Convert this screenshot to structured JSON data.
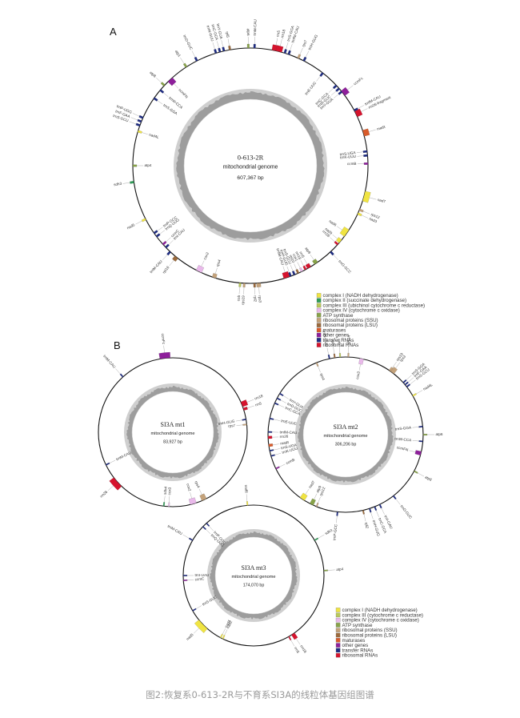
{
  "colors": {
    "complex_I": "#f0e442",
    "complex_II": "#2e9e57",
    "complex_III": "#b9c95a",
    "complex_IV": "#e9b9ea",
    "atp": "#88a348",
    "ssu": "#c4a27a",
    "lsu": "#9b6a3c",
    "maturase": "#d95b2a",
    "other": "#8e1f9b",
    "trna": "#1d2b83",
    "rrna": "#d6132d",
    "gc_dark": "#9d9d9d",
    "gc_light": "#cfcfcf"
  },
  "panel_a": {
    "label": "A",
    "name": "0-613-2R",
    "subtitle": "mitochondrial genome",
    "size": "607,367 bp",
    "genes": [
      {
        "name": "rrn5",
        "angle": 12,
        "len": 3,
        "cat": "rrna",
        "side": "out"
      },
      {
        "name": "rrn18",
        "angle": 14,
        "len": 3,
        "cat": "rrna",
        "side": "out"
      },
      {
        "name": "trnS-GGA",
        "angle": 17,
        "len": 1,
        "cat": "trna",
        "side": "out"
      },
      {
        "name": "trnfM-CAU",
        "angle": 19,
        "len": 1,
        "cat": "trna",
        "side": "out"
      },
      {
        "name": "rps7",
        "angle": 24,
        "len": 1,
        "cat": "ssu",
        "side": "out"
      },
      {
        "name": "trnH-GUG",
        "angle": 27,
        "len": 1,
        "cat": "trna",
        "side": "out"
      },
      {
        "name": "trnE-UUC",
        "angle": 38,
        "len": 1,
        "cat": "trna",
        "side": "in"
      },
      {
        "name": "trnC-GCA",
        "angle": 47,
        "len": 1,
        "cat": "trna",
        "side": "in"
      },
      {
        "name": "trnD-GUC",
        "angle": 49,
        "len": 1,
        "cat": "trna",
        "side": "in"
      },
      {
        "name": "trnY-GUA",
        "angle": 51,
        "len": 1,
        "cat": "trna",
        "side": "in"
      },
      {
        "name": "ccmFc",
        "angle": 52,
        "len": 3,
        "cat": "other",
        "side": "out"
      },
      {
        "name": "trnfM-CAU",
        "angle": 62,
        "len": 1,
        "cat": "trna",
        "side": "out"
      },
      {
        "name": "rrn26-fragment",
        "angle": 64,
        "len": 3,
        "cat": "rrna",
        "side": "out"
      },
      {
        "name": "matR",
        "angle": 74,
        "len": 3,
        "cat": "maturase",
        "side": "out"
      },
      {
        "name": "trnS-UGA",
        "angle": 83,
        "len": 1,
        "cat": "trna",
        "side": "in"
      },
      {
        "name": "trnK-UUU",
        "angle": 85,
        "len": 1,
        "cat": "trna",
        "side": "in"
      },
      {
        "name": "ccmB",
        "angle": 89,
        "len": 1,
        "cat": "other",
        "side": "in"
      },
      {
        "name": "nad7",
        "angle": 105,
        "len": 5,
        "cat": "complex_I",
        "side": "out"
      },
      {
        "name": "rps12",
        "angle": 112,
        "len": 1,
        "cat": "ssu",
        "side": "out"
      },
      {
        "name": "nad3",
        "angle": 114,
        "len": 1,
        "cat": "complex_I",
        "side": "out"
      },
      {
        "name": "nad6",
        "angle": 125,
        "len": 4,
        "cat": "complex_I",
        "side": "in"
      },
      {
        "name": "nad9",
        "angle": 130,
        "len": 2,
        "cat": "complex_I",
        "side": "in"
      },
      {
        "name": "rrn26",
        "angle": 132,
        "len": 1,
        "cat": "rrna",
        "side": "in"
      },
      {
        "name": "trnG-GCC",
        "angle": 137,
        "len": 1,
        "cat": "trna",
        "side": "out"
      },
      {
        "name": "atp9",
        "angle": 146,
        "len": 2,
        "cat": "atp",
        "side": "in"
      },
      {
        "name": "rrn5",
        "angle": 150,
        "len": 2,
        "cat": "rrna",
        "side": "in"
      },
      {
        "name": "rrn18",
        "angle": 152,
        "len": 1,
        "cat": "rrna",
        "side": "in"
      },
      {
        "name": "cox1",
        "angle": 154,
        "len": 1,
        "cat": "complex_IV",
        "side": "in"
      },
      {
        "name": "rpl10",
        "angle": 156,
        "len": 1,
        "cat": "lsu",
        "side": "in"
      },
      {
        "name": "trnS-GCU",
        "angle": 158,
        "len": 1,
        "cat": "trna",
        "side": "in"
      },
      {
        "name": "trnH-GUG",
        "angle": 160,
        "len": 1,
        "cat": "trna",
        "side": "in"
      },
      {
        "name": "trnfM-CAU",
        "angle": 162,
        "len": 3,
        "cat": "rrna",
        "side": "in"
      },
      {
        "name": "rps3",
        "angle": 176,
        "len": 2,
        "cat": "ssu",
        "side": "out"
      },
      {
        "name": "rpl2",
        "angle": 178,
        "len": 1,
        "cat": "lsu",
        "side": "out"
      },
      {
        "name": "rps19",
        "angle": 183,
        "len": 1,
        "cat": "ssu",
        "side": "out"
      },
      {
        "name": "cob",
        "angle": 185,
        "len": 1,
        "cat": "complex_III",
        "side": "out"
      },
      {
        "name": "rps4",
        "angle": 198,
        "len": 2,
        "cat": "ssu",
        "side": "in"
      },
      {
        "name": "cox2",
        "angle": 206,
        "len": 3,
        "cat": "complex_IV",
        "side": "in"
      },
      {
        "name": "rpl16",
        "angle": 219,
        "len": 2,
        "cat": "lsu",
        "side": "out"
      },
      {
        "name": "trnM-CAU",
        "angle": 223,
        "len": 1,
        "cat": "trna",
        "side": "out"
      },
      {
        "name": "trnI-CAU",
        "angle": 226,
        "len": 1,
        "cat": "trna",
        "side": "in"
      },
      {
        "name": "ccmC",
        "angle": 228,
        "len": 1,
        "cat": "other",
        "side": "in"
      },
      {
        "name": "trnQ-UUG",
        "angle": 233,
        "len": 1,
        "cat": "trna",
        "side": "in"
      },
      {
        "name": "trnP-GCC",
        "angle": 235,
        "len": 1,
        "cat": "trna",
        "side": "in"
      },
      {
        "name": "nad5",
        "angle": 243,
        "len": 1,
        "cat": "complex_I",
        "side": "out"
      },
      {
        "name": "sdh3",
        "angle": 262,
        "len": 1,
        "cat": "complex_II",
        "side": "out"
      },
      {
        "name": "atp4",
        "angle": 270,
        "len": 1,
        "cat": "atp",
        "side": "in"
      },
      {
        "name": "nad4L",
        "angle": 287,
        "len": 1,
        "cat": "complex_I",
        "side": "in"
      },
      {
        "name": "trnS-GCU",
        "angle": 290,
        "len": 1,
        "cat": "trna",
        "side": "out"
      },
      {
        "name": "trnF-GAA",
        "angle": 292,
        "len": 1,
        "cat": "trna",
        "side": "out"
      },
      {
        "name": "trnP-UGG",
        "angle": 294,
        "len": 1,
        "cat": "trna",
        "side": "out"
      },
      {
        "name": "trnS-GGA",
        "angle": 305,
        "len": 1,
        "cat": "trna",
        "side": "in"
      },
      {
        "name": "trnW-CCA",
        "angle": 310,
        "len": 1,
        "cat": "trna",
        "side": "in"
      },
      {
        "name": "atp8",
        "angle": 313,
        "len": 1,
        "cat": "atp",
        "side": "out"
      },
      {
        "name": "ccmFN",
        "angle": 317,
        "len": 3,
        "cat": "other",
        "side": "in"
      },
      {
        "name": "atp1",
        "angle": 327,
        "len": 1,
        "cat": "atp",
        "side": "out"
      },
      {
        "name": "trnD-GUC",
        "angle": 333,
        "len": 1,
        "cat": "trna",
        "side": "out"
      },
      {
        "name": "trnN-GUU",
        "angle": 343,
        "len": 1,
        "cat": "trna",
        "side": "out"
      },
      {
        "name": "trnC-GCA",
        "angle": 345,
        "len": 1,
        "cat": "trna",
        "side": "out"
      },
      {
        "name": "trnY-GUA",
        "angle": 347,
        "len": 1,
        "cat": "trna",
        "side": "out"
      },
      {
        "name": "rpl5",
        "angle": 350,
        "len": 1,
        "cat": "lsu",
        "side": "out"
      },
      {
        "name": "atp6",
        "angle": 359,
        "len": 1,
        "cat": "atp",
        "side": "out"
      },
      {
        "name": "trnM-CAU",
        "angle": 2,
        "len": 1,
        "cat": "trna",
        "side": "out"
      }
    ]
  },
  "legend_a": [
    {
      "label": "complex I (NADH dehydrogenase)",
      "cat": "complex_I"
    },
    {
      "label": "complex II (succinate dehydrogenase)",
      "cat": "complex_II"
    },
    {
      "label": "complex III (ubichinol cytochrome c reductase)",
      "cat": "complex_III"
    },
    {
      "label": "complex IV (cytochrome c oxidase)",
      "cat": "complex_IV"
    },
    {
      "label": "ATP synthase",
      "cat": "atp"
    },
    {
      "label": "ribosomal proteins (SSU)",
      "cat": "ssu"
    },
    {
      "label": "ribosomal proteins (LSU)",
      "cat": "lsu"
    },
    {
      "label": "maturases",
      "cat": "maturase"
    },
    {
      "label": "other genes",
      "cat": "other"
    },
    {
      "label": "transfer RNAs",
      "cat": "trna"
    },
    {
      "label": "ribosomal RNAs",
      "cat": "rrna"
    }
  ],
  "panel_b": {
    "label": "B",
    "mt1": {
      "name": "SI3A mt1",
      "subtitle": "mitochondrial genome",
      "size": "83,927 bp",
      "genes": [
        {
          "name": "ccmFc",
          "angle": 354,
          "len": 8,
          "cat": "other",
          "side": "out"
        },
        {
          "name": "trnM-CAU",
          "angle": 318,
          "len": 1,
          "cat": "trna",
          "side": "out"
        },
        {
          "name": "rrn18",
          "angle": 68,
          "len": 4,
          "cat": "rrna",
          "side": "out"
        },
        {
          "name": "rrn5",
          "angle": 72,
          "len": 2,
          "cat": "rrna",
          "side": "out"
        },
        {
          "name": "trnH-GUG",
          "angle": 80,
          "len": 1,
          "cat": "trna",
          "side": "in"
        },
        {
          "name": "rps7",
          "angle": 84,
          "len": 1,
          "cat": "ssu",
          "side": "in"
        },
        {
          "name": "rps4",
          "angle": 155,
          "len": 4,
          "cat": "ssu",
          "side": "in"
        },
        {
          "name": "cox2",
          "angle": 164,
          "len": 5,
          "cat": "complex_IV",
          "side": "in"
        },
        {
          "name": "sdh4",
          "angle": 187,
          "len": 1,
          "cat": "complex_II",
          "side": "in"
        },
        {
          "name": "cox3",
          "angle": 183,
          "len": 1,
          "cat": "complex_IV",
          "side": "in"
        },
        {
          "name": "rrn26",
          "angle": 228,
          "len": 9,
          "cat": "rrna",
          "side": "out"
        },
        {
          "name": "trnM-CAU",
          "angle": 244,
          "len": 1,
          "cat": "trna",
          "side": "in"
        }
      ]
    },
    "mt2": {
      "name": "SI3A mt2",
      "subtitle": "mitochondrial genome",
      "size": "306,206 bp",
      "genes": [
        {
          "name": "rps14",
          "angle": 2,
          "len": 1,
          "cat": "ssu",
          "side": "out"
        },
        {
          "name": "cob",
          "angle": 356,
          "len": 1,
          "cat": "complex_III",
          "side": "out"
        },
        {
          "name": "rpl5",
          "angle": 352,
          "len": 1,
          "cat": "lsu",
          "side": "out"
        },
        {
          "name": "trnN-GUU",
          "angle": 348,
          "len": 1,
          "cat": "trna",
          "side": "out"
        },
        {
          "name": "rps4",
          "angle": 338,
          "len": 1,
          "cat": "ssu",
          "side": "in"
        },
        {
          "name": "cox3",
          "angle": 12,
          "len": 3,
          "cat": "complex_IV",
          "side": "in"
        },
        {
          "name": "rps19",
          "angle": 35,
          "len": 2,
          "cat": "ssu",
          "side": "out"
        },
        {
          "name": "rps3",
          "angle": 37,
          "len": 3,
          "cat": "ssu",
          "side": "out"
        },
        {
          "name": "trnS-GGA",
          "angle": 48,
          "len": 1,
          "cat": "trna",
          "side": "out"
        },
        {
          "name": "trnF-GAA",
          "angle": 50,
          "len": 1,
          "cat": "trna",
          "side": "out"
        },
        {
          "name": "trnS-GCU",
          "angle": 52,
          "len": 1,
          "cat": "trna",
          "side": "out"
        },
        {
          "name": "nad4L",
          "angle": 60,
          "len": 1,
          "cat": "complex_I",
          "side": "out"
        },
        {
          "name": "trnS-GGA",
          "angle": 84,
          "len": 1,
          "cat": "trna",
          "side": "in"
        },
        {
          "name": "atp6",
          "angle": 90,
          "len": 1,
          "cat": "atp",
          "side": "out"
        },
        {
          "name": "trnW-CCA",
          "angle": 95,
          "len": 1,
          "cat": "trna",
          "side": "in"
        },
        {
          "name": "ccmFN",
          "angle": 104,
          "len": 3,
          "cat": "other",
          "side": "in"
        },
        {
          "name": "atp8",
          "angle": 118,
          "len": 1,
          "cat": "atp",
          "side": "out"
        },
        {
          "name": "trnD-GUC",
          "angle": 142,
          "len": 1,
          "cat": "trna",
          "side": "out"
        },
        {
          "name": "trnI-GAU",
          "angle": 154,
          "len": 1,
          "cat": "trna",
          "side": "out"
        },
        {
          "name": "trnC-GCA",
          "angle": 158,
          "len": 1,
          "cat": "trna",
          "side": "out"
        },
        {
          "name": "trnH-GUG",
          "angle": 162,
          "len": 1,
          "cat": "trna",
          "side": "out"
        },
        {
          "name": "rpl2",
          "angle": 167,
          "len": 1,
          "cat": "lsu",
          "side": "out"
        },
        {
          "name": "trnP-GCC",
          "angle": 186,
          "len": 1,
          "cat": "trna",
          "side": "out"
        },
        {
          "name": "atp9",
          "angle": 206,
          "len": 3,
          "cat": "atp",
          "side": "in"
        },
        {
          "name": "rps12",
          "angle": 202,
          "len": 1,
          "cat": "ssu",
          "side": "in"
        },
        {
          "name": "nad7",
          "angle": 214,
          "len": 4,
          "cat": "complex_I",
          "side": "in"
        },
        {
          "name": "ccmB",
          "angle": 244,
          "len": 1,
          "cat": "other",
          "side": "in"
        },
        {
          "name": "trnK-UUU",
          "angle": 254,
          "len": 1,
          "cat": "trna",
          "side": "in"
        },
        {
          "name": "trnS-UGA",
          "angle": 258,
          "len": 1,
          "cat": "trna",
          "side": "in"
        },
        {
          "name": "matR",
          "angle": 262,
          "len": 2,
          "cat": "maturase",
          "side": "in"
        },
        {
          "name": "rrn26",
          "angle": 268,
          "len": 2,
          "cat": "rrna",
          "side": "in"
        },
        {
          "name": "trnfM-CAU",
          "angle": 272,
          "len": 1,
          "cat": "trna",
          "side": "in"
        },
        {
          "name": "trnE-UUC",
          "angle": 282,
          "len": 1,
          "cat": "trna",
          "side": "in"
        },
        {
          "name": "trnC-GCA",
          "angle": 294,
          "len": 1,
          "cat": "trna",
          "side": "in"
        },
        {
          "name": "trnD-GUC",
          "angle": 298,
          "len": 1,
          "cat": "trna",
          "side": "in"
        },
        {
          "name": "trnY-GUA",
          "angle": 302,
          "len": 1,
          "cat": "trna",
          "side": "in"
        }
      ]
    },
    "mt3": {
      "name": "SI3A mt3",
      "subtitle": "mitochondrial genome",
      "size": "174,070 bp",
      "genes": [
        {
          "name": "nad6",
          "angle": 355,
          "len": 1,
          "cat": "complex_I",
          "side": "out"
        },
        {
          "name": "sdh3",
          "angle": 60,
          "len": 1,
          "cat": "complex_II",
          "side": "out"
        },
        {
          "name": "atp4",
          "angle": 86,
          "len": 1,
          "cat": "atp",
          "side": "out"
        },
        {
          "name": "rrn18",
          "angle": 146,
          "len": 3,
          "cat": "rrna",
          "side": "out"
        },
        {
          "name": "rrn5",
          "angle": 150,
          "len": 1,
          "cat": "rrna",
          "side": "out"
        },
        {
          "name": "nad4",
          "angle": 208,
          "len": 1,
          "cat": "complex_I",
          "side": "in"
        },
        {
          "name": "nad2",
          "angle": 206,
          "len": 1,
          "cat": "complex_I",
          "side": "in"
        },
        {
          "name": "nad5",
          "angle": 226,
          "len": 10,
          "cat": "complex_I",
          "side": "out"
        },
        {
          "name": "trnS-GUC",
          "angle": 240,
          "len": 1,
          "cat": "trna",
          "side": "in"
        },
        {
          "name": "ccmC",
          "angle": 266,
          "len": 1,
          "cat": "other",
          "side": "in"
        },
        {
          "name": "trnI-UAU",
          "angle": 270,
          "len": 1,
          "cat": "trna",
          "side": "in"
        },
        {
          "name": "trnM-CAU",
          "angle": 300,
          "len": 1,
          "cat": "trna",
          "side": "out"
        },
        {
          "name": "trnQ-UUG",
          "angle": 314,
          "len": 1,
          "cat": "trna",
          "side": "in"
        },
        {
          "name": "trnP-GCC",
          "angle": 318,
          "len": 1,
          "cat": "trna",
          "side": "in"
        }
      ]
    }
  },
  "legend_b": [
    {
      "label": "complex I (NADH dehydrogenase)",
      "cat": "complex_I"
    },
    {
      "label": "complex III (cytochrome c reductase)",
      "cat": "complex_III"
    },
    {
      "label": "complex IV (cytochrome c oxidase)",
      "cat": "complex_IV"
    },
    {
      "label": "ATP synthase",
      "cat": "atp"
    },
    {
      "label": "ribosomal proteins (SSU)",
      "cat": "ssu"
    },
    {
      "label": "ribosomal proteins (LSU)",
      "cat": "lsu"
    },
    {
      "label": "maturases",
      "cat": "maturase"
    },
    {
      "label": "other genes",
      "cat": "other"
    },
    {
      "label": "transfer RNAs",
      "cat": "trna"
    },
    {
      "label": "ribosomal RNAs",
      "cat": "rrna"
    }
  ],
  "caption": "图2:恢复系0-613-2R与不育系SI3A的线粒体基因组图谱"
}
